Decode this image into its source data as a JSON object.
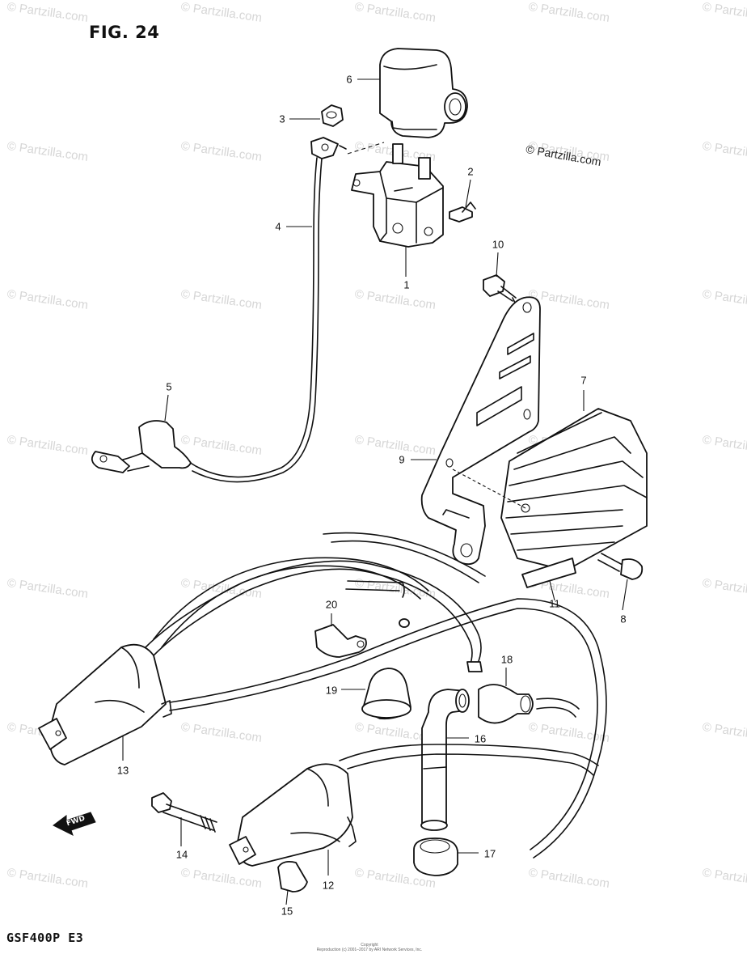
{
  "figure": {
    "title": "FIG. 24",
    "model_code": "GSF400P  E3",
    "copyright_mark": "© Partzilla.com",
    "footer_copyright": "Copyright\nReproduction (c) 2001–2017 by ARI Network Services, Inc.",
    "watermark": "© Partzilla.com"
  },
  "callouts": [
    {
      "id": "1",
      "label": "1"
    },
    {
      "id": "2",
      "label": "2"
    },
    {
      "id": "3",
      "label": "3"
    },
    {
      "id": "4",
      "label": "4"
    },
    {
      "id": "5",
      "label": "5"
    },
    {
      "id": "6",
      "label": "6"
    },
    {
      "id": "7",
      "label": "7"
    },
    {
      "id": "8",
      "label": "8"
    },
    {
      "id": "9",
      "label": "9"
    },
    {
      "id": "10",
      "label": "10"
    },
    {
      "id": "11",
      "label": "11"
    },
    {
      "id": "12",
      "label": "12"
    },
    {
      "id": "13",
      "label": "13"
    },
    {
      "id": "14",
      "label": "14"
    },
    {
      "id": "15",
      "label": "15"
    },
    {
      "id": "16",
      "label": "16"
    },
    {
      "id": "17",
      "label": "17"
    },
    {
      "id": "18",
      "label": "18"
    },
    {
      "id": "19",
      "label": "19"
    },
    {
      "id": "20",
      "label": "20"
    }
  ],
  "fwd_arrow_label": "FWD"
}
